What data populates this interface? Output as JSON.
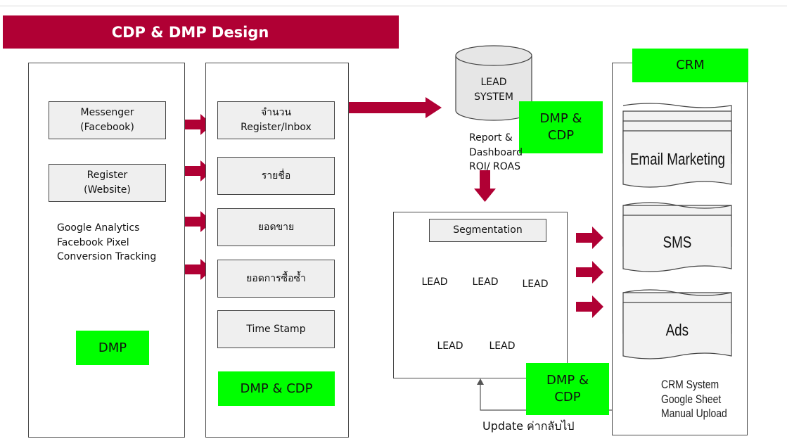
{
  "title": "CDP & DMP Design",
  "dmp_panel": {
    "messenger": "Messenger\n(Facebook)",
    "register": "Register\n(Website)",
    "tracking": "Google Analytics\nFacebook Pixel\nConversion Tracking",
    "badge": "DMP"
  },
  "metrics_panel": {
    "items": [
      "จำนวน\nRegister/Inbox",
      "รายชื่อ",
      "ยอดขาย",
      "ยอดการซื้อซ้ำ",
      "Time Stamp"
    ],
    "badge": "DMP & CDP"
  },
  "lead_system": {
    "label": "LEAD\nSYSTEM",
    "badge": "DMP &\nCDP",
    "report": "Report &\nDashboard\nROI/ ROAS"
  },
  "segmentation": {
    "label": "Segmentation",
    "leads": [
      "LEAD",
      "LEAD",
      "LEAD",
      "LEAD",
      "LEAD"
    ],
    "badge": "DMP &\nCDP",
    "update_label": "Update ค่ากลับไป"
  },
  "crm": {
    "badge": "CRM",
    "channels": [
      "Email Marketing",
      "SMS",
      "Ads"
    ],
    "footer": "CRM System\nGoogle Sheet\nManual Upload"
  },
  "colors": {
    "brand": "#b00034",
    "accent_green": "#00ff00",
    "box_fill": "#efefef"
  }
}
